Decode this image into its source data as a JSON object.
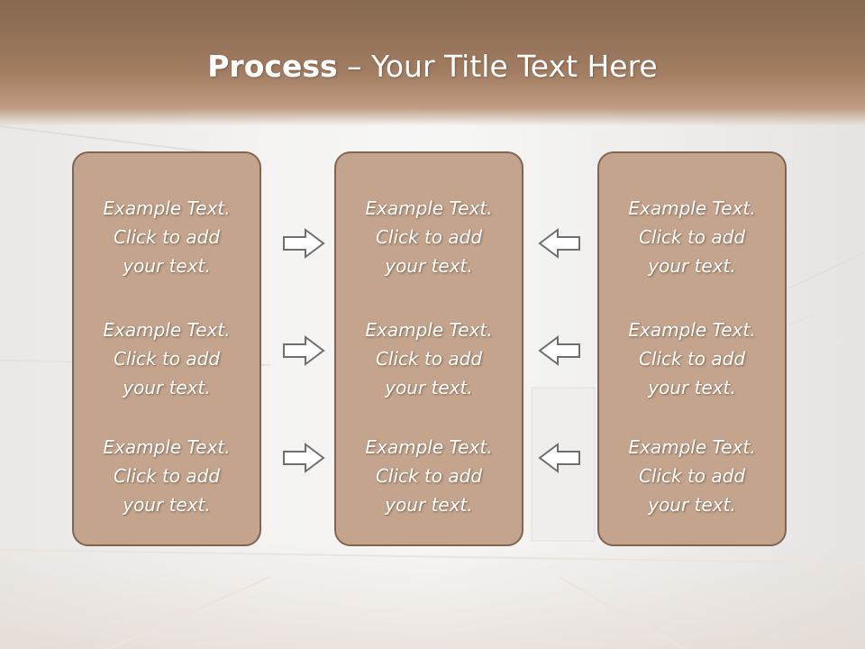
{
  "slide": {
    "title_bold": "Process",
    "title_rest": " – Your Title Text Here"
  },
  "columns": [
    {
      "items": [
        "Example Text.\nClick  to add\nyour text.",
        "Example Text.\nClick  to add\nyour text.",
        "Example Text.\nClick  to add\nyour text."
      ]
    },
    {
      "items": [
        "Example Text.\nClick  to add\nyour text.",
        "Example Text.\nClick  to add\nyour text.",
        "Example Text.\nClick  to add\nyour text."
      ]
    },
    {
      "items": [
        "Example Text.\nClick  to add\nyour text.",
        "Example Text.\nClick  to add\nyour text.",
        "Example Text.\nClick  to add\nyour text."
      ]
    }
  ],
  "arrows": {
    "left_icon": "arrow-right-outline-icon",
    "right_icon": "arrow-left-outline-icon"
  },
  "colors": {
    "title_band": "#a07b60",
    "card_fill": "#c4a48c",
    "card_border": "#7f6552",
    "text": "#ffffff"
  }
}
